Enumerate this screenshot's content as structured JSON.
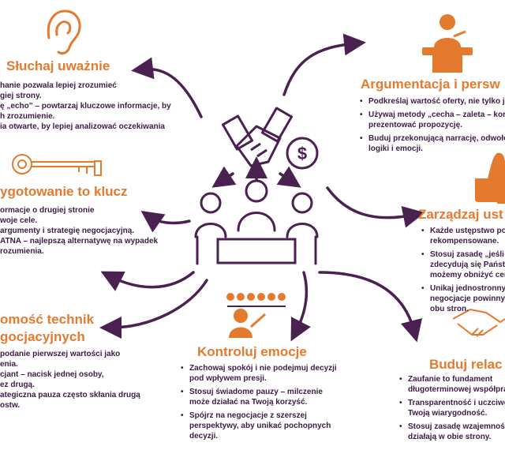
{
  "colors": {
    "accent": "#e47a2e",
    "dark": "#4a2151"
  },
  "listen": {
    "title": "Słuchaj uważnie",
    "lines": [
      "hanie pozwala lepiej zrozumieć",
      "giej strony.",
      "ę „echo” – powtarzaj kluczowe informacje, by",
      "h zrozumienie.",
      "ia otwarte, by lepiej analizować oczekiwania"
    ]
  },
  "prep": {
    "title": "ygotowanie to klucz",
    "lines": [
      "ormacje o drugiej stronie",
      "woje cele.",
      "argumenty i strategię negocjacyjną.",
      "ATNA – najlepszą alternatywę na wypadek",
      "rozumienia."
    ]
  },
  "techniques": {
    "title_lines": [
      "omość technik",
      "gocjacyjnych"
    ],
    "lines": [
      "podanie pierwszej wartości jako",
      "enia.",
      "cjant – nacisk jednej osoby,",
      "ez drugą.",
      "ategiczna pauza często skłania drugą",
      "ostw."
    ]
  },
  "argument": {
    "title": "Argumentacja i persw",
    "items": [
      [
        "Podkreślaj wartość oferty, nie tylko j"
      ],
      [
        "Używaj metody „cecha – zaleta – kor",
        "prezentować propozycję."
      ],
      [
        "Buduj przekonującą narrację, odwoło",
        "logiki i emocji."
      ]
    ]
  },
  "concessions": {
    "title": "Zarządzaj ust",
    "items": [
      [
        "Każde ustępstwo pow",
        "rekompensowane."
      ],
      [
        "Stosuj zasadę „jeśli –",
        "zdecydują się Państw",
        "możemy obniżyć cen"
      ],
      [
        "Unikaj jednostronny",
        "negocjacje powinny",
        "obu stron."
      ]
    ]
  },
  "emotions": {
    "title": "Kontroluj emocje",
    "items": [
      [
        "Zachowaj spokój i nie podejmuj decyzji",
        "pod wpływem presji."
      ],
      [
        "Stosuj świadome pauzy – milczenie",
        "może działać na Twoją korzyść."
      ],
      [
        "Spójrz na negocjacje z szerszej",
        "perspektywy, aby unikać pochopnych",
        "decyzji."
      ]
    ]
  },
  "relations": {
    "title": "Buduj relac",
    "items": [
      [
        "Zaufanie to fundament",
        "długoterminowej współpra"
      ],
      [
        "Transparentność i uczciwo",
        "Twoją wiarygodność."
      ],
      [
        "Stosuj zasadę wzajemności",
        "działają w obie strony."
      ]
    ]
  },
  "icons": [
    "ear-icon",
    "speaker-podium-icon",
    "key-icon",
    "handshake-dollar-icon",
    "meeting-people-icon",
    "thumbs-up-icon",
    "emotion-scale-icon",
    "handshake-icon"
  ]
}
